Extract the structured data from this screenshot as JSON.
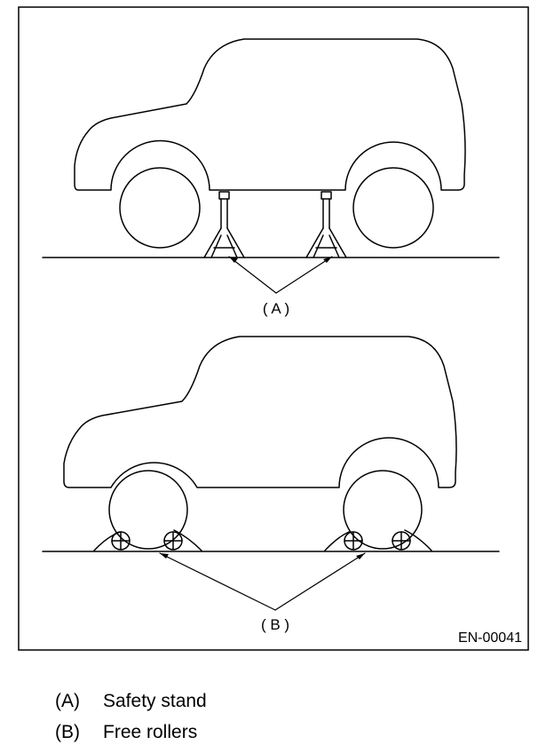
{
  "figure": {
    "code": "EN-00041",
    "labels": {
      "a": "( A )",
      "b": "( B )"
    }
  },
  "legend": [
    {
      "key": "(A)",
      "text": "Safety stand"
    },
    {
      "key": "(B)",
      "text": "Free rollers"
    }
  ]
}
